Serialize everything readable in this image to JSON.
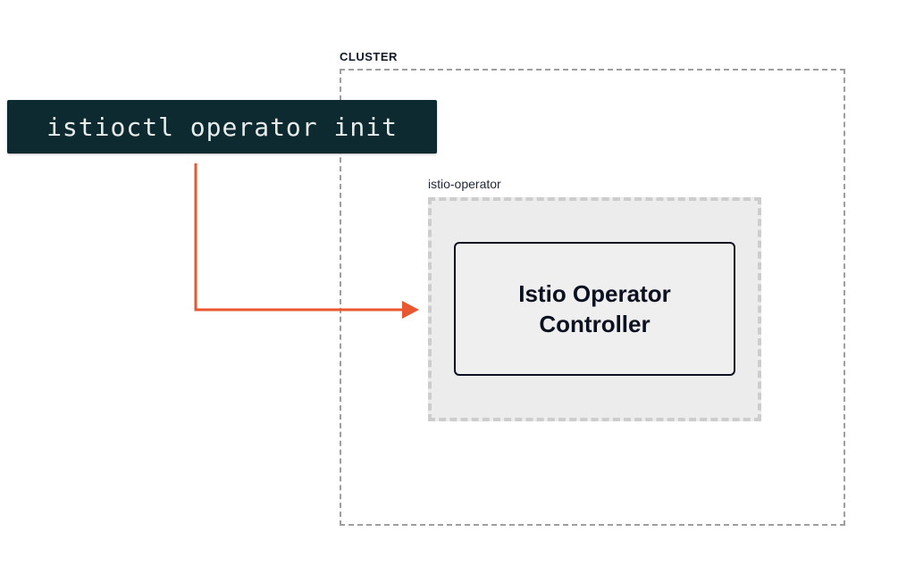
{
  "command": {
    "text": "istioctl operator init"
  },
  "cluster": {
    "label": "CLUSTER"
  },
  "namespace": {
    "label": "istio-operator"
  },
  "controller": {
    "label": "Istio Operator\nController"
  },
  "colors": {
    "command_bg": "#0d2a30",
    "arrow": "#e8572f",
    "cluster_border": "#9e9e9e",
    "namespace_fill": "#ececec",
    "controller_border": "#0b1120"
  }
}
